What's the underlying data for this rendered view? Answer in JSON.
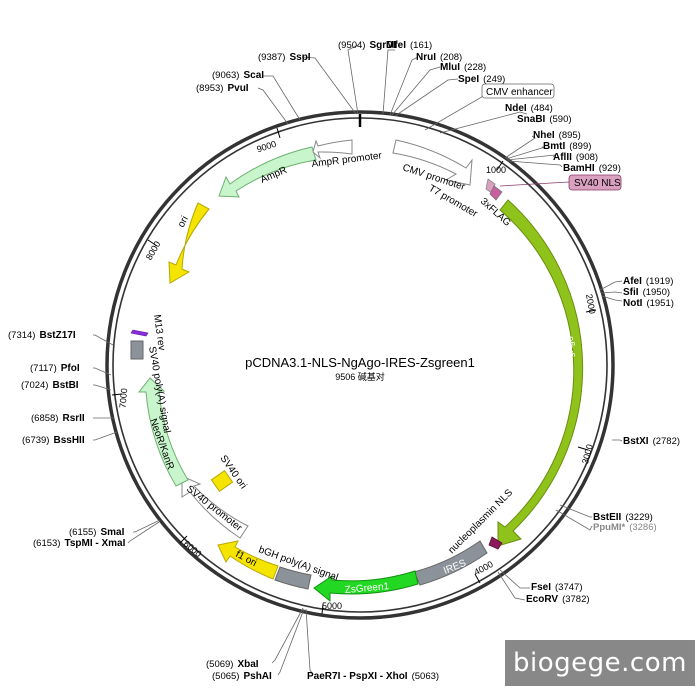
{
  "plasmid": {
    "name": "pCDNA3.1-NLS-NgAgo-IRES-Zsgreen1",
    "size_label": "9506 碱基对",
    "length": 9506
  },
  "ticks": [
    "1000",
    "2000",
    "3000",
    "4000",
    "5000",
    "6000",
    "7000",
    "8000",
    "9000"
  ],
  "features": [
    {
      "id": "cmv-enhancer",
      "label": "CMV enhancer",
      "boxed": true
    },
    {
      "id": "cmv-promoter",
      "label": "CMV promoter"
    },
    {
      "id": "t7-promoter",
      "label": "T7 promoter"
    },
    {
      "id": "3xflag",
      "label": "3xFLAG"
    },
    {
      "id": "sv40-nls",
      "label": "SV40 NLS",
      "boxed": true
    },
    {
      "id": "ngago",
      "label": "NgAgo"
    },
    {
      "id": "nucleoplasmin-nls",
      "label": "nucleoplasmin NLS"
    },
    {
      "id": "ires",
      "label": "IRES"
    },
    {
      "id": "zsgreen1",
      "label": "ZsGreen1"
    },
    {
      "id": "bgh-polya",
      "label": "bGH poly(A) signal"
    },
    {
      "id": "f1-ori",
      "label": "f1 ori"
    },
    {
      "id": "sv40-promoter",
      "label": "SV40 promoter"
    },
    {
      "id": "sv40-ori",
      "label": "SV40 ori"
    },
    {
      "id": "neor-kanr",
      "label": "NeoR/KanR"
    },
    {
      "id": "sv40-polya",
      "label": "SV40 poly(A) signal"
    },
    {
      "id": "m13-rev",
      "label": "M13 rev"
    },
    {
      "id": "ori",
      "label": "ori"
    },
    {
      "id": "ampr",
      "label": "AmpR"
    },
    {
      "id": "ampr-promoter",
      "label": "AmpR promoter"
    }
  ],
  "sites": [
    {
      "name": "SgrDI",
      "pos": "(9504)"
    },
    {
      "name": "SspI",
      "pos": "(9387)"
    },
    {
      "name": "ScaI",
      "pos": "(9063)"
    },
    {
      "name": "PvuI",
      "pos": "(8953)"
    },
    {
      "name": "MfeI",
      "pos": "(161)"
    },
    {
      "name": "NruI",
      "pos": "(208)"
    },
    {
      "name": "MluI",
      "pos": "(228)"
    },
    {
      "name": "SpeI",
      "pos": "(249)"
    },
    {
      "name": "NdeI",
      "pos": "(484)"
    },
    {
      "name": "SnaBI",
      "pos": "(590)"
    },
    {
      "name": "NheI",
      "pos": "(895)"
    },
    {
      "name": "BmtI",
      "pos": "(899)"
    },
    {
      "name": "AflII",
      "pos": "(908)"
    },
    {
      "name": "BamHI",
      "pos": "(929)"
    },
    {
      "name": "AfeI",
      "pos": "(1919)"
    },
    {
      "name": "SfiI",
      "pos": "(1950)"
    },
    {
      "name": "NotI",
      "pos": "(1951)"
    },
    {
      "name": "BstXI",
      "pos": "(2782)"
    },
    {
      "name": "BstEII",
      "pos": "(3229)"
    },
    {
      "name": "PpuMI*",
      "pos": "(3286)"
    },
    {
      "name": "FseI",
      "pos": "(3747)"
    },
    {
      "name": "EcoRV",
      "pos": "(3782)"
    },
    {
      "name": "XbaI",
      "pos": "(5069)"
    },
    {
      "name": "PshAI",
      "pos": "(5065)"
    },
    {
      "name": "PaeR7I - PspXI - XhoI",
      "pos": "(5063)"
    },
    {
      "name": "SmaI",
      "pos": "(6155)"
    },
    {
      "name": "TspMI - XmaI",
      "pos": "(6153)"
    },
    {
      "name": "BssHII",
      "pos": "(6739)"
    },
    {
      "name": "RsrII",
      "pos": "(6858)"
    },
    {
      "name": "BstBI",
      "pos": "(7024)"
    },
    {
      "name": "PfoI",
      "pos": "(7117)"
    },
    {
      "name": "BstZ17I",
      "pos": "(7314)"
    }
  ],
  "watermark": "biogege.com",
  "colors": {
    "ngago": "#8fc21a",
    "ampr": "#c8f5cc",
    "neor": "#c8f5cc",
    "zsgreen": "#22d822",
    "ori": "#f5e400",
    "f1ori": "#f5e400",
    "sv40ori": "#f5e400",
    "ires": "#8c9299",
    "polya": "#8c9299",
    "promoter": "#ffffff",
    "nls": "#d9a0c0",
    "flag": "#c95ea0",
    "nucleo": "#8b1a5a",
    "m13": "#8a2be2"
  }
}
